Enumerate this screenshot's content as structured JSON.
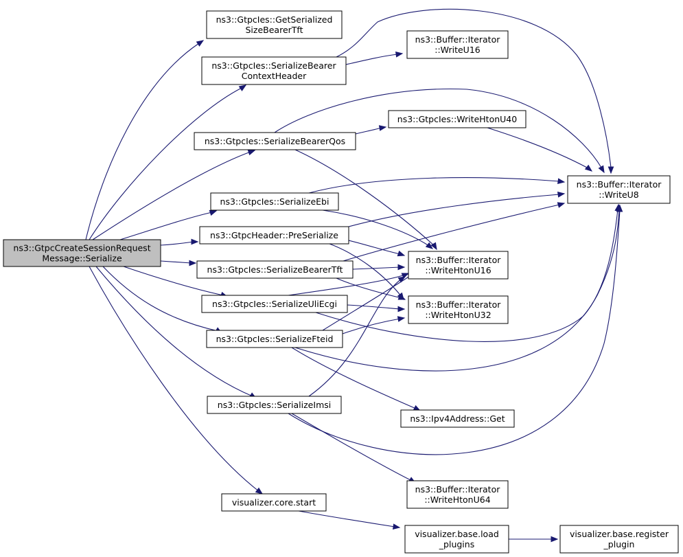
{
  "graph": {
    "nodes": [
      {
        "id": "root",
        "lines": [
          "ns3::GtpcCreateSessionRequest",
          "Message::Serialize"
        ],
        "root": true
      },
      {
        "id": "getSerializedSizeBearerTft",
        "lines": [
          "ns3::GtpcIes::GetSerialized",
          "SizeBearerTft"
        ]
      },
      {
        "id": "serializeBearerContextHeader",
        "lines": [
          "ns3::GtpcIes::SerializeBearer",
          "ContextHeader"
        ]
      },
      {
        "id": "serializeBearerQos",
        "lines": [
          "ns3::GtpcIes::SerializeBearerQos"
        ]
      },
      {
        "id": "serializeEbi",
        "lines": [
          "ns3::GtpcIes::SerializeEbi"
        ]
      },
      {
        "id": "preSerialize",
        "lines": [
          "ns3::GtpcHeader::PreSerialize"
        ]
      },
      {
        "id": "serializeBearerTft",
        "lines": [
          "ns3::GtpcIes::SerializeBearerTft"
        ]
      },
      {
        "id": "serializeUliEcgi",
        "lines": [
          "ns3::GtpcIes::SerializeUliEcgi"
        ]
      },
      {
        "id": "serializeFteid",
        "lines": [
          "ns3::GtpcIes::SerializeFteid"
        ]
      },
      {
        "id": "serializeImsi",
        "lines": [
          "ns3::GtpcIes::SerializeImsi"
        ]
      },
      {
        "id": "visualizerCoreStart",
        "lines": [
          "visualizer.core.start"
        ]
      },
      {
        "id": "writeU16",
        "lines": [
          "ns3::Buffer::Iterator",
          "::WriteU16"
        ]
      },
      {
        "id": "writeHtonU40",
        "lines": [
          "ns3::GtpcIes::WriteHtonU40"
        ]
      },
      {
        "id": "writeU8",
        "lines": [
          "ns3::Buffer::Iterator",
          "::WriteU8"
        ]
      },
      {
        "id": "writeHtonU16",
        "lines": [
          "ns3::Buffer::Iterator",
          "::WriteHtonU16"
        ]
      },
      {
        "id": "writeHtonU32",
        "lines": [
          "ns3::Buffer::Iterator",
          "::WriteHtonU32"
        ]
      },
      {
        "id": "ipv4AddressGet",
        "lines": [
          "ns3::Ipv4Address::Get"
        ]
      },
      {
        "id": "writeHtonU64",
        "lines": [
          "ns3::Buffer::Iterator",
          "::WriteHtonU64"
        ]
      },
      {
        "id": "loadPlugins",
        "lines": [
          "visualizer.base.load",
          "_plugins"
        ]
      },
      {
        "id": "registerPlugin",
        "lines": [
          "visualizer.base.register",
          "_plugin"
        ]
      }
    ],
    "edges": [
      {
        "from": "root",
        "to": "getSerializedSizeBearerTft"
      },
      {
        "from": "root",
        "to": "serializeBearerContextHeader"
      },
      {
        "from": "root",
        "to": "serializeBearerQos"
      },
      {
        "from": "root",
        "to": "serializeEbi"
      },
      {
        "from": "root",
        "to": "preSerialize"
      },
      {
        "from": "root",
        "to": "serializeBearerTft"
      },
      {
        "from": "root",
        "to": "serializeUliEcgi"
      },
      {
        "from": "root",
        "to": "serializeFteid"
      },
      {
        "from": "root",
        "to": "serializeImsi"
      },
      {
        "from": "root",
        "to": "visualizerCoreStart"
      },
      {
        "from": "serializeBearerContextHeader",
        "to": "writeU16"
      },
      {
        "from": "serializeBearerContextHeader",
        "to": "writeU8"
      },
      {
        "from": "serializeBearerQos",
        "to": "writeHtonU40"
      },
      {
        "from": "serializeBearerQos",
        "to": "writeU8"
      },
      {
        "from": "serializeBearerQos",
        "to": "writeHtonU16"
      },
      {
        "from": "writeHtonU40",
        "to": "writeU8"
      },
      {
        "from": "serializeEbi",
        "to": "writeU8"
      },
      {
        "from": "serializeEbi",
        "to": "writeHtonU16"
      },
      {
        "from": "preSerialize",
        "to": "writeU8"
      },
      {
        "from": "preSerialize",
        "to": "writeHtonU16"
      },
      {
        "from": "preSerialize",
        "to": "writeHtonU32"
      },
      {
        "from": "serializeBearerTft",
        "to": "writeU8"
      },
      {
        "from": "serializeBearerTft",
        "to": "writeHtonU16"
      },
      {
        "from": "serializeBearerTft",
        "to": "writeHtonU32"
      },
      {
        "from": "serializeUliEcgi",
        "to": "writeHtonU16"
      },
      {
        "from": "serializeUliEcgi",
        "to": "writeHtonU32"
      },
      {
        "from": "serializeUliEcgi",
        "to": "writeU8"
      },
      {
        "from": "serializeFteid",
        "to": "writeHtonU16"
      },
      {
        "from": "serializeFteid",
        "to": "writeHtonU32"
      },
      {
        "from": "serializeFteid",
        "to": "writeU8"
      },
      {
        "from": "serializeFteid",
        "to": "ipv4AddressGet"
      },
      {
        "from": "serializeImsi",
        "to": "writeHtonU16"
      },
      {
        "from": "serializeImsi",
        "to": "writeU8"
      },
      {
        "from": "serializeImsi",
        "to": "writeHtonU64"
      },
      {
        "from": "visualizerCoreStart",
        "to": "loadPlugins"
      },
      {
        "from": "loadPlugins",
        "to": "registerPlugin"
      }
    ]
  }
}
